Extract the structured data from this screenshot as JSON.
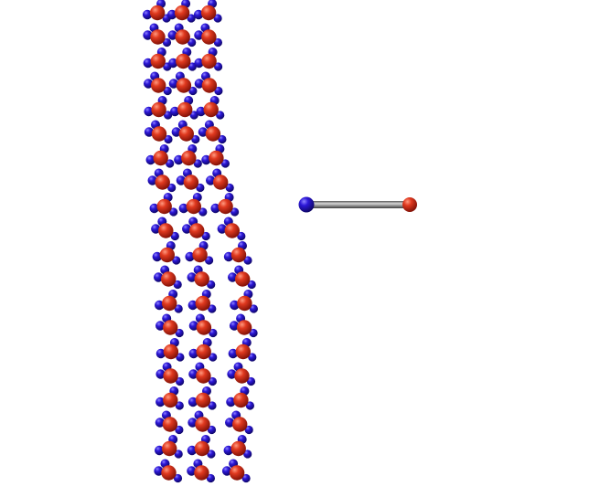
{
  "scene": {
    "background_color": "#ffffff",
    "subject": "water-molecule-chains-and-diatomic-molecule",
    "colors": {
      "oxygen_red": "#d8321c",
      "hydrogen_blue": "#2a16d0",
      "bond_gray": "#8a8a8a"
    },
    "chains": [
      {
        "name": "left-chain"
      },
      {
        "name": "middle-chain"
      },
      {
        "name": "right-chain"
      }
    ],
    "diatomic": {
      "left_atom": "hydrogen-blue",
      "right_atom": "oxygen-red"
    }
  }
}
